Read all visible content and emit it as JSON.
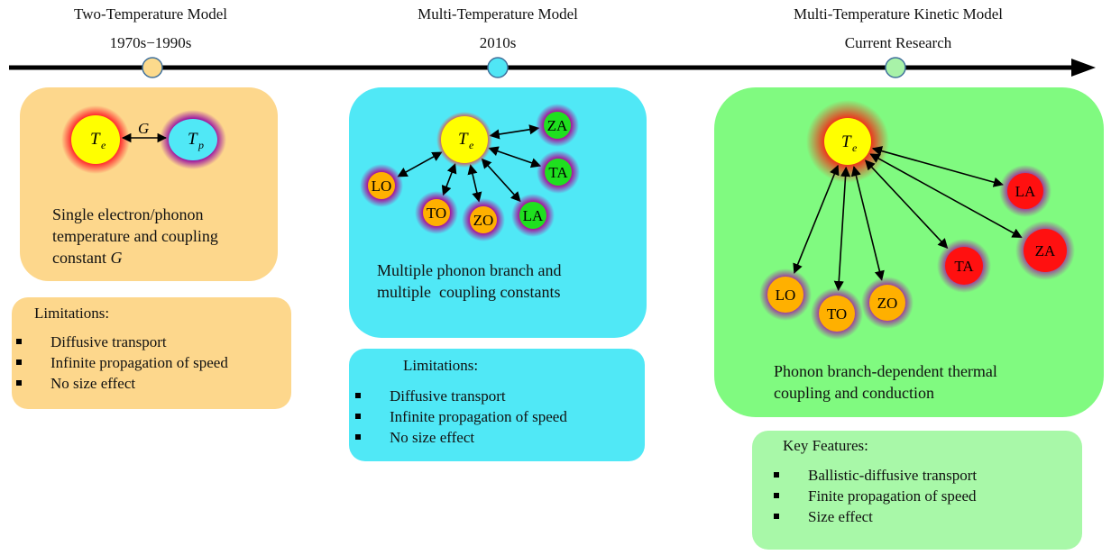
{
  "timeline": {
    "eras": [
      {
        "title": "Two-Temperature Model",
        "date": "1970s−1990s",
        "color": "#FCDA8C",
        "panel": {
          "bg": "#FDD78C",
          "electron": {
            "symbol": "T",
            "sub": "e"
          },
          "phonon": {
            "symbol": "T",
            "sub": "p"
          },
          "coupling_label": "G",
          "caption_line1": "Single electron/phonon",
          "caption_line2": "temperature and coupling",
          "caption_line3": "constant ",
          "caption_italic": "G"
        },
        "box": {
          "title": "Limitations:",
          "items": [
            "Diffusive transport",
            "Infinite propagation of speed",
            "No size effect"
          ]
        }
      },
      {
        "title": "Multi-Temperature Model",
        "date": "2010s",
        "color": "#50E6F5",
        "panel": {
          "bg": "#50E8F6",
          "electron": {
            "symbol": "T",
            "sub": "e"
          },
          "branches": [
            {
              "label": "LO",
              "color": "#FFB000"
            },
            {
              "label": "TO",
              "color": "#FFB000"
            },
            {
              "label": "ZO",
              "color": "#FFB000"
            },
            {
              "label": "LA",
              "color": "#1FE01F"
            },
            {
              "label": "TA",
              "color": "#1FE01F"
            },
            {
              "label": "ZA",
              "color": "#1FE01F"
            }
          ],
          "caption_line1": "Multiple phonon branch and",
          "caption_line2": "multiple  coupling constants"
        },
        "box": {
          "title": "Limitations:",
          "items": [
            "Diffusive transport",
            "Infinite propagation of speed",
            "No size effect"
          ]
        }
      },
      {
        "title": "Multi-Temperature Kinetic Model",
        "date": "Current Research",
        "color": "#A8F2A8",
        "panel": {
          "bg": "#80FA80",
          "electron": {
            "symbol": "T",
            "sub": "e"
          },
          "branches": [
            {
              "label": "LO",
              "color": "#FFB000"
            },
            {
              "label": "TO",
              "color": "#FFB000"
            },
            {
              "label": "ZO",
              "color": "#FFB000"
            },
            {
              "label": "TA",
              "color": "#FF1010"
            },
            {
              "label": "LA",
              "color": "#FF1010"
            },
            {
              "label": "ZA",
              "color": "#FF1010"
            }
          ],
          "caption_line1": "Phonon branch-dependent thermal",
          "caption_line2": "coupling and conduction"
        },
        "box": {
          "title": "Key Features:",
          "items": [
            "Ballistic-diffusive transport",
            "Finite propagation of speed",
            "Size effect"
          ]
        }
      }
    ]
  }
}
